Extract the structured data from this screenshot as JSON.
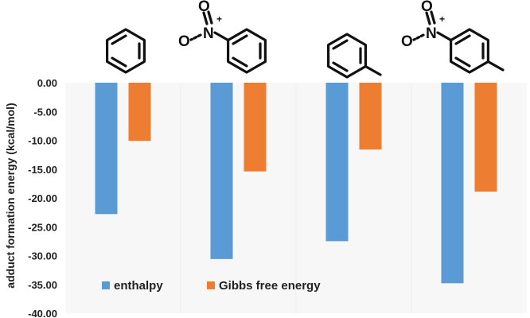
{
  "chart_data": {
    "type": "bar",
    "categories": [
      "benzene",
      "nitrobenzene",
      "toluene",
      "4-nitrotoluene"
    ],
    "series": [
      {
        "name": "enthalpy",
        "values": [
          -22.8,
          -30.6,
          -27.5,
          -34.8
        ],
        "color": "#5b9bd5"
      },
      {
        "name": "Gibbs free energy",
        "values": [
          -10.1,
          -15.4,
          -11.6,
          -18.9
        ],
        "color": "#ed7d31"
      }
    ],
    "ylabel": "adduct formation energy (kcal/mol)",
    "ylim": [
      -40,
      0
    ],
    "yticks": [
      "0.00",
      "-5.00",
      "-10.00",
      "-15.00",
      "-20.00",
      "-25.00",
      "-30.00",
      "-35.00",
      "-40.00"
    ],
    "ytick_values": [
      0,
      -5,
      -10,
      -15,
      -20,
      -25,
      -30,
      -35,
      -40
    ],
    "grid": false,
    "legend_position": "bottom-left",
    "category_icons": [
      "benzene-structure",
      "nitrobenzene-structure",
      "toluene-structure",
      "nitrotoluene-structure"
    ],
    "structure_labels": {
      "nitrogen": "N",
      "oxygen": "O",
      "charge_plus": "+"
    },
    "plot_background": "#f7f7f7"
  }
}
